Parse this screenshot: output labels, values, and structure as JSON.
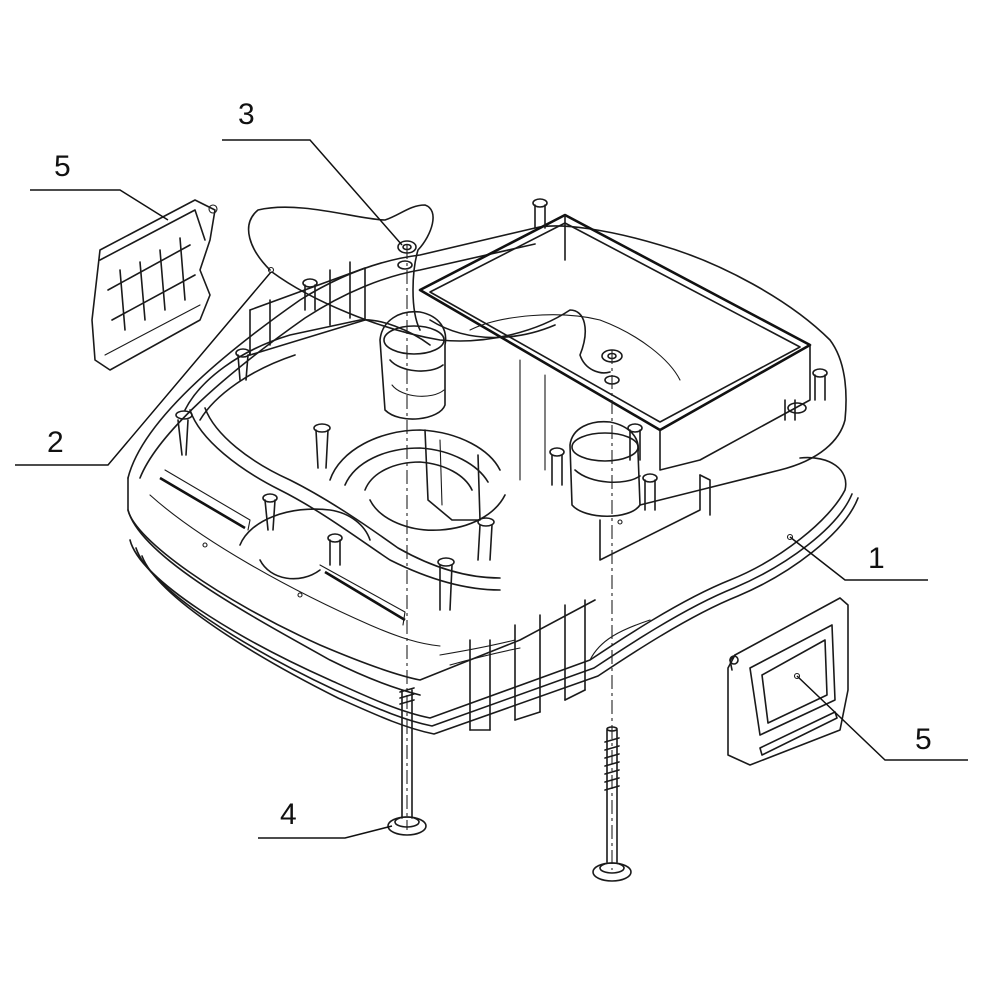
{
  "callouts": {
    "c1": "1",
    "c2": "2",
    "c3": "3",
    "c4": "4",
    "c5_left": "5",
    "c5_right": "5"
  },
  "colors": {
    "line": "#1a1a1a",
    "background": "#ffffff"
  }
}
